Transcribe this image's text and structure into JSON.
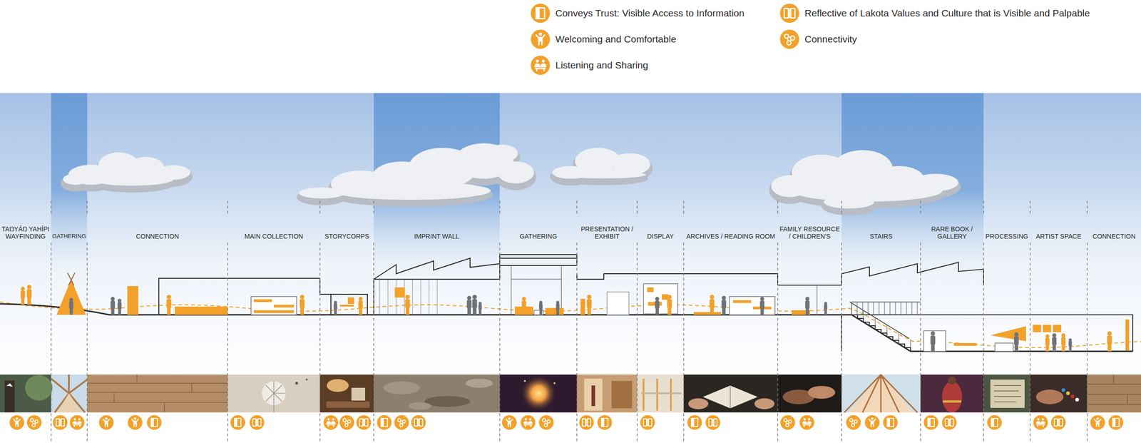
{
  "diagram": {
    "labels": [
      "TAŊYÁŊ YAHÍPI WAYFINDING",
      "GATHERING",
      "CONNECTION",
      "MAIN COLLECTION",
      "STORYCORPS",
      "IMPRINT WALL",
      "GATHERING",
      "PRESENTATION / EXHIBIT",
      "DISPLAY",
      "ARCHIVES / READING ROOM",
      "FAMILY RESOURCE / CHILDREN'S",
      "STAIRS",
      "RARE BOOK / GALLERY",
      "PROCESSING",
      "ARTIST SPACE",
      "CONNECTION"
    ],
    "legend": [
      {
        "text": "Conveys Trust: Visible Access to Information"
      },
      {
        "text": "Welcoming and Comfortable"
      },
      {
        "text": "Listening and Sharing"
      },
      {
        "text": "Reflective of Lakota Values and Culture that is Visible and Palpable"
      },
      {
        "text": "Connectivity"
      }
    ]
  }
}
